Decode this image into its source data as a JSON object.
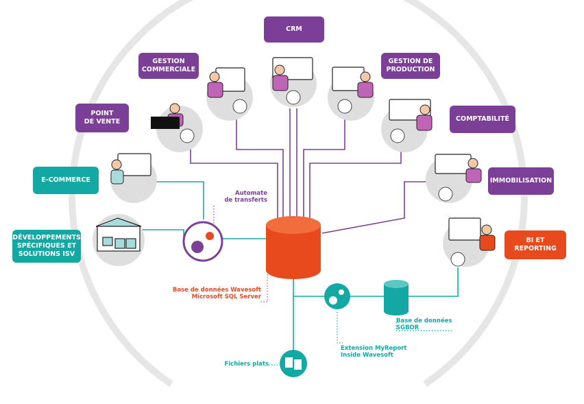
{
  "modules": {
    "crm": "CRM",
    "gestion_commerciale": "GESTION\nCOMMERCIALE",
    "gestion_production": "GESTION DE\nPRODUCTION",
    "point_de_vente": "POINT\nDE VENTE",
    "comptabilite": "COMPTABILITÉ",
    "e_commerce": "E-COMMERCE",
    "immobilisation": "IMMOBILISATION",
    "developpements": "DÉVELOPPEMENTS\nSPÉCIFIQUES ET\nSOLUTIONS ISV",
    "bi_reporting": "BI ET\nREPORTING"
  },
  "annotations": {
    "automate": "Automate\nde transferts",
    "base_wavesoft": "Base de données Wavesoft\nMicrosoft SQL Server",
    "base_sgbdr": "Base de données\nSGBDR",
    "extension_myreport": "Extension MyReport\nInside Wavesoft",
    "fichiers_plats": "Fichiers plats"
  },
  "colors": {
    "purple": "#7b3f98",
    "teal": "#13a8a4",
    "orange": "#e8491d",
    "grey_arc": "#e2e2e2",
    "node_grey": "#dcdcdc"
  },
  "icons": {
    "database": "database-cylinder-icon",
    "gears": "gears-icon",
    "files": "flat-files-icon",
    "automate": "automate-gear-icon"
  }
}
